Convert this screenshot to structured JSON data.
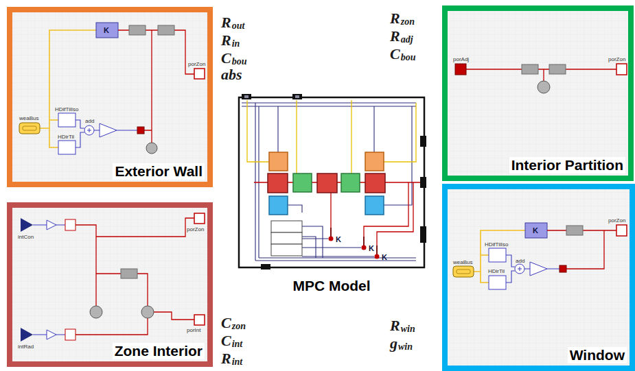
{
  "diagram": {
    "nodes": [
      {
        "text": [
          "Exterior Wall"
        ]
      },
      {
        "text": [
          "Interior Partition"
        ]
      },
      {
        "text": [
          "MPC Model"
        ]
      },
      {
        "text": [
          "Zone Interior"
        ]
      },
      {
        "text": [
          "Window"
        ]
      }
    ],
    "labels": [
      "R",
      "out",
      "R",
      "in",
      "C",
      "bou",
      "abs",
      "R",
      "zon",
      "R",
      "adj",
      "C",
      "bou",
      "C",
      "zon",
      "C",
      "int",
      "R",
      "int",
      "R",
      "win",
      "g",
      "win",
      "weaBus",
      "K",
      "porZon",
      "HDifTilIso",
      "HDirTil",
      "add",
      "intCon",
      "intRad",
      "porZon",
      "porInt",
      "porAdj",
      "porZon",
      "weaBus",
      "K",
      "porZon",
      "HDifTilIso",
      "HDirTil",
      "add",
      "K",
      "K",
      "K"
    ]
  }
}
